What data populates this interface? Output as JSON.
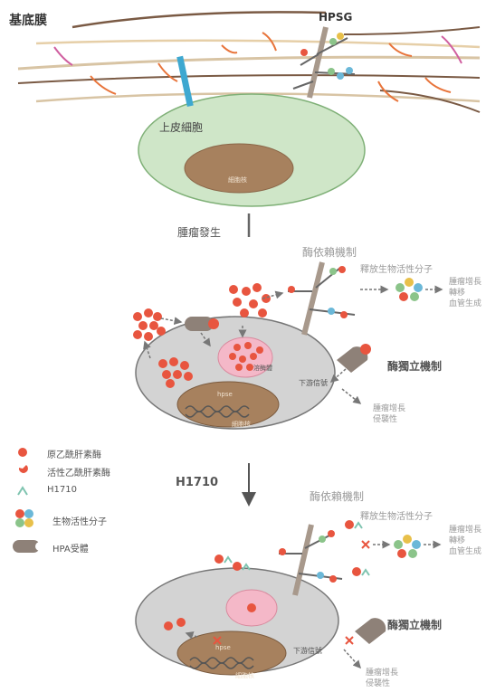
{
  "panel1": {
    "title": "基底膜",
    "hpsg": "HPSG",
    "cell_label": "上皮細胞",
    "nucleus_label": "細胞核"
  },
  "panel2": {
    "step": "腫瘤發生",
    "dependent": "酶依賴機制",
    "release": "釋放生物活性分子",
    "outcome": [
      "腫瘤增長",
      "轉移",
      "血管生成"
    ],
    "independent": "酶獨立機制",
    "downstream": "下游信號",
    "tumor": [
      "腫瘤增長",
      "侵襲性"
    ],
    "lysosome": "溶酶體",
    "gene": "hpse",
    "nucleus": "細胞核"
  },
  "legend": {
    "items": [
      {
        "name": "pro-heparanase",
        "label": "原乙酰肝素酶"
      },
      {
        "name": "active-heparanase",
        "label": "活性乙酰肝素酶"
      },
      {
        "name": "h1710",
        "label": "H1710"
      },
      {
        "name": "bioactive-molecules",
        "label": "生物活性分子"
      },
      {
        "name": "hpa-receptor",
        "label": "HPA受體"
      }
    ]
  },
  "panel3": {
    "step": "H1710",
    "dependent": "酶依賴機制",
    "release": "釋放生物活性分子",
    "outcome": [
      "腫瘤增長",
      "轉移",
      "血管生成"
    ],
    "independent": "酶獨立機制",
    "downstream": "下游信號",
    "tumor": [
      "腫瘤增長",
      "侵襲性"
    ],
    "gene": "hpse",
    "nucleus": "細胞核"
  },
  "colors": {
    "red": "#e8553f",
    "cell_green": "#cfe6c8",
    "cell_grey": "#d3d3d3",
    "nucleus_brown": "#a7815e",
    "pink": "#f4b8c8",
    "stalk": "#a8998c",
    "receptor": "#8e8178",
    "blue_bar": "#3ea8d0"
  }
}
